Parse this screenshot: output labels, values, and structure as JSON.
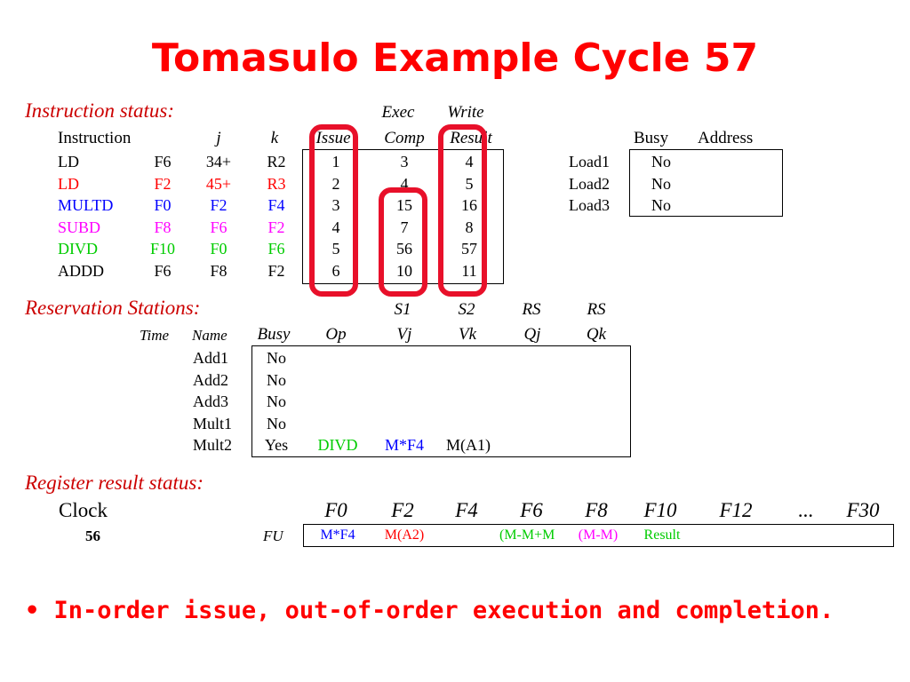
{
  "title": "Tomasulo Example Cycle 57",
  "colors": {
    "title": "#ff0000",
    "section": "#cc0000",
    "highlight": "#e8102a",
    "black": "#000000",
    "red": "#ff0000",
    "blue": "#0000ff",
    "magenta": "#ff00ff",
    "green": "#00cc00"
  },
  "instruction_status": {
    "label": "Instruction status:",
    "group_headers": {
      "exec": "Exec",
      "write": "Write"
    },
    "headers": {
      "instruction": "Instruction",
      "j": "j",
      "k": "k",
      "issue": "Issue",
      "comp": "Comp",
      "result": "Result"
    },
    "rows": [
      {
        "op": "LD",
        "dest": "F6",
        "j": "34+",
        "k": "R2",
        "issue": "1",
        "comp": "3",
        "result": "4",
        "color": "black"
      },
      {
        "op": "LD",
        "dest": "F2",
        "j": "45+",
        "k": "R3",
        "issue": "2",
        "comp": "4",
        "result": "5",
        "color": "red"
      },
      {
        "op": "MULTD",
        "dest": "F0",
        "j": "F2",
        "k": "F4",
        "issue": "3",
        "comp": "15",
        "result": "16",
        "color": "blue"
      },
      {
        "op": "SUBD",
        "dest": "F8",
        "j": "F6",
        "k": "F2",
        "issue": "4",
        "comp": "7",
        "result": "8",
        "color": "magenta"
      },
      {
        "op": "DIVD",
        "dest": "F10",
        "j": "F0",
        "k": "F6",
        "issue": "5",
        "comp": "56",
        "result": "57",
        "color": "green"
      },
      {
        "op": "ADDD",
        "dest": "F6",
        "j": "F8",
        "k": "F2",
        "issue": "6",
        "comp": "10",
        "result": "11",
        "color": "black"
      }
    ]
  },
  "load_buffers": {
    "headers": {
      "busy": "Busy",
      "address": "Address"
    },
    "rows": [
      {
        "name": "Load1",
        "busy": "No",
        "address": ""
      },
      {
        "name": "Load2",
        "busy": "No",
        "address": ""
      },
      {
        "name": "Load3",
        "busy": "No",
        "address": ""
      }
    ]
  },
  "reservation_stations": {
    "label": "Reservation Stations:",
    "group_headers": {
      "s1": "S1",
      "s2": "S2",
      "rs1": "RS",
      "rs2": "RS"
    },
    "headers": {
      "time": "Time",
      "name": "Name",
      "busy": "Busy",
      "op": "Op",
      "vj": "Vj",
      "vk": "Vk",
      "qj": "Qj",
      "qk": "Qk"
    },
    "rows": [
      {
        "time": "",
        "name": "Add1",
        "busy": "No",
        "op": "",
        "vj": "",
        "vk": "",
        "qj": "",
        "qk": ""
      },
      {
        "time": "",
        "name": "Add2",
        "busy": "No",
        "op": "",
        "vj": "",
        "vk": "",
        "qj": "",
        "qk": ""
      },
      {
        "time": "",
        "name": "Add3",
        "busy": "No",
        "op": "",
        "vj": "",
        "vk": "",
        "qj": "",
        "qk": ""
      },
      {
        "time": "",
        "name": "Mult1",
        "busy": "No",
        "op": "",
        "vj": "",
        "vk": "",
        "qj": "",
        "qk": ""
      },
      {
        "time": "",
        "name": "Mult2",
        "busy": "Yes",
        "op": "DIVD",
        "vj": "M*F4",
        "vk": "M(A1)",
        "qj": "",
        "qk": ""
      }
    ]
  },
  "register_status": {
    "label": "Register result status:",
    "clock_label": "Clock",
    "clock_value": "56",
    "fu_label": "FU",
    "registers": [
      "F0",
      "F2",
      "F4",
      "F6",
      "F8",
      "F10",
      "F12",
      "...",
      "F30"
    ],
    "fu_values": [
      {
        "reg": "F0",
        "value": "M*F4",
        "color": "blue"
      },
      {
        "reg": "F2",
        "value": "M(A2)",
        "color": "red"
      },
      {
        "reg": "F4",
        "value": "",
        "color": "black"
      },
      {
        "reg": "F6",
        "value": "(M-M+M",
        "color": "green"
      },
      {
        "reg": "F8",
        "value": "(M-M)",
        "color": "magenta"
      },
      {
        "reg": "F10",
        "value": "Result",
        "color": "green"
      }
    ]
  },
  "bullet": {
    "symbol": "•",
    "text": "In-order issue, out-of-order execution and completion."
  }
}
